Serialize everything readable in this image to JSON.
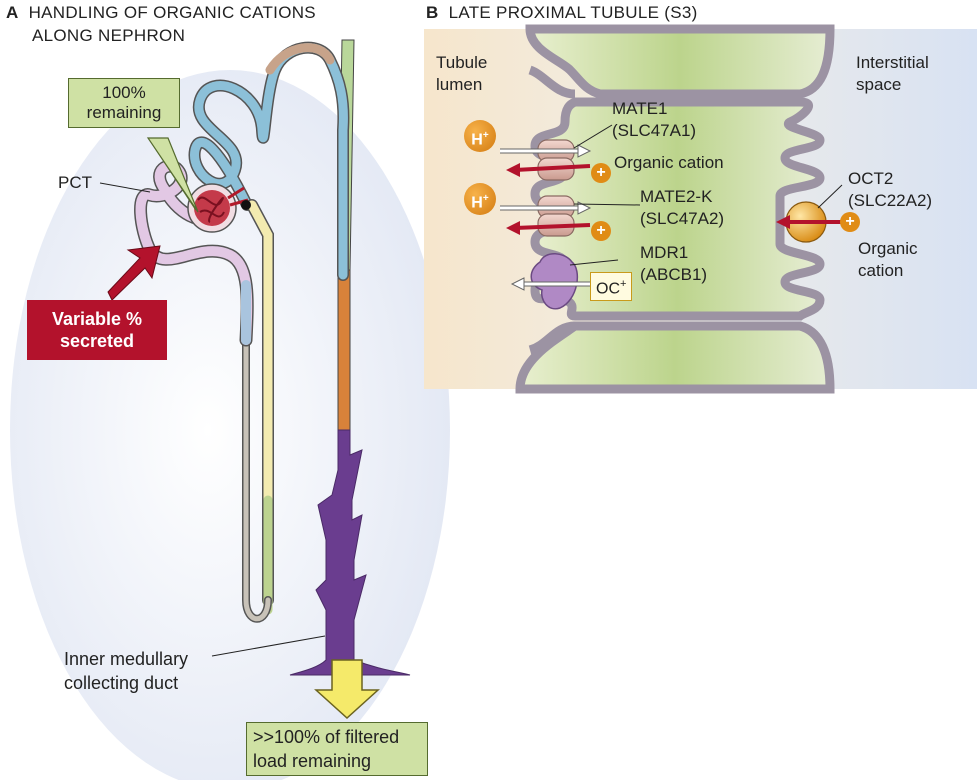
{
  "panelA": {
    "letter": "A",
    "title_line1": "HANDLING OF ORGANIC CATIONS",
    "title_line2": "ALONG NEPHRON",
    "remaining_line1": "100%",
    "remaining_line2": "remaining",
    "pct_label": "PCT",
    "secreted_line1": "Variable %",
    "secreted_line2": "secreted",
    "duct_line1": "Inner medullary",
    "duct_line2": "collecting duct",
    "final_line1": ">>100% of filtered",
    "final_line2": "load remaining"
  },
  "panelB": {
    "letter": "B",
    "title": "LATE PROXIMAL TUBULE (S3)",
    "lumen_line1": "Tubule",
    "lumen_line2": "lumen",
    "interstitial_line1": "Interstitial",
    "interstitial_line2": "space",
    "mate1_line1": "MATE1",
    "mate1_line2": "(SLC47A1)",
    "organic_cation_1": "Organic cation",
    "mate2_line1": "MATE2-K",
    "mate2_line2": "(SLC47A2)",
    "mdr1_line1": "MDR1",
    "mdr1_line2": "(ABCB1)",
    "oc_label": "OC",
    "oc_sup": "+",
    "oct2_line1": "OCT2",
    "oct2_line2": "(SLC22A2)",
    "organic_line": "Organic",
    "cation_line": "cation",
    "h_label": "H",
    "h_sup": "+",
    "plus_sign": "+"
  },
  "colors": {
    "red": "#b3122c",
    "green_box": "#cfe1a4",
    "orange_ion": "#e8961e",
    "membrane": "#9c93a3",
    "cell": "#c8dc9c"
  }
}
